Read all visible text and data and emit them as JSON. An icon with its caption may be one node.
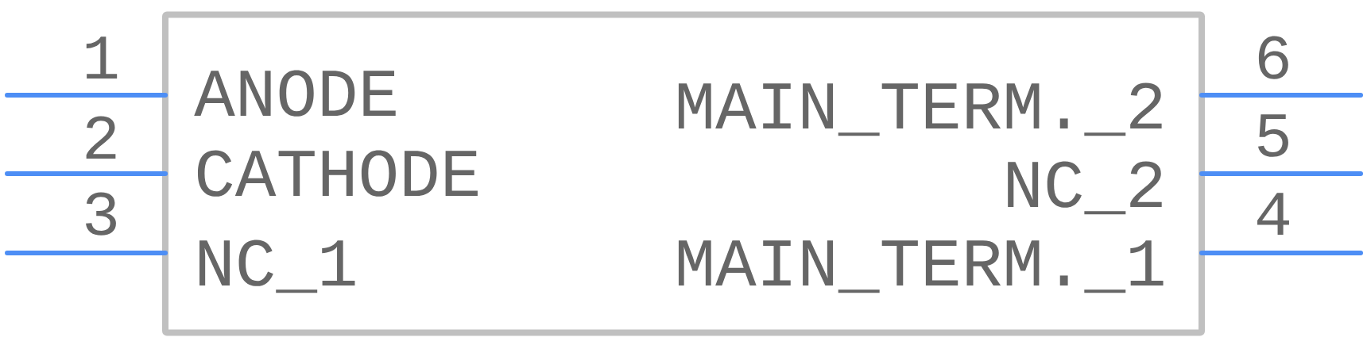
{
  "diagram": {
    "nodes": [
      {
        "text": [
          "ANODE",
          "CATHODE",
          "NC_1",
          "MAIN_TERM._2",
          "NC_2",
          "MAIN_TERM._1"
        ]
      }
    ],
    "labels": [
      "1",
      "6",
      "2",
      "5",
      "3",
      "4"
    ]
  }
}
